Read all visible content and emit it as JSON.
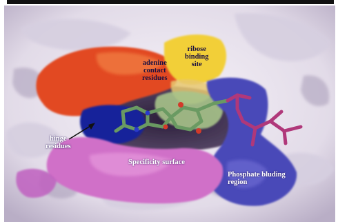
{
  "labels": {
    "adenine": [
      "adenine",
      "contact",
      "residues"
    ],
    "ribose": [
      "ribose",
      "binding",
      "site"
    ],
    "hinge": [
      "hinge",
      "residues"
    ],
    "specificity": "Specificity surface",
    "phosphate": [
      "Phosphate bluding",
      "region"
    ]
  },
  "colors": {
    "surface": "#e6e0ec",
    "adenine_region": "#e24a24",
    "ribose_region": "#f2cf38",
    "hinge_region": "#16249a",
    "specificity_region": "#d070c8",
    "phosphate_region": "#4a48b8",
    "ligand_green": "#6a9a62",
    "ligand_magenta": "#b0387a"
  }
}
